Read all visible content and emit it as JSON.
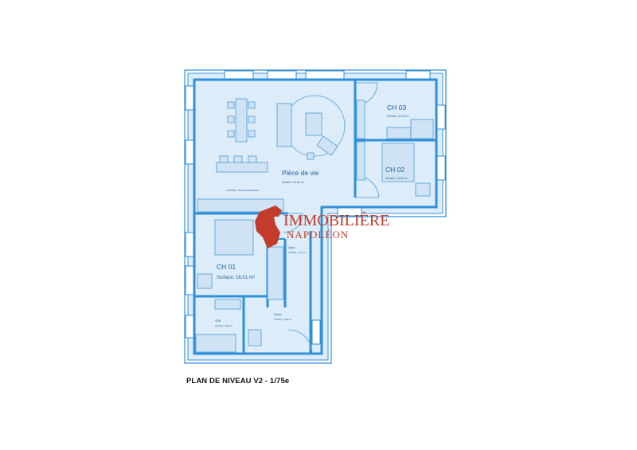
{
  "plan": {
    "title": "PLAN DE NIVEAU V2 - 1/75e",
    "rooms": {
      "piece_de_vie": {
        "name": "Pièce de vie",
        "surface": "Surface: 49,92 m²",
        "sub": "CUISINE - SALLE A MANGER"
      },
      "ch03": {
        "name": "CH 03",
        "surface": "Surface: 11,00 m²"
      },
      "ch02": {
        "name": "CH 02",
        "surface": "Surface: 10,62 m²"
      },
      "ch01": {
        "name": "CH 01",
        "surface": "Surface: 16,01 m²"
      },
      "degagement": {
        "name": "Dgmt",
        "surface": "Surface: 4,17 m²"
      },
      "sdb": {
        "name": "SDB",
        "surface": "Surface: 3,84 m²"
      },
      "entree": {
        "name": "Entrée",
        "surface": "Surface: 2,85 m²"
      }
    }
  },
  "logo": {
    "line1": "IMMOBILIÈRE",
    "line2": "NAPOLÉON",
    "color": "#c23b2b"
  },
  "colors": {
    "wall": "#2f8fd8",
    "floor": "#dcecf8",
    "line": "#4a9bd8"
  }
}
